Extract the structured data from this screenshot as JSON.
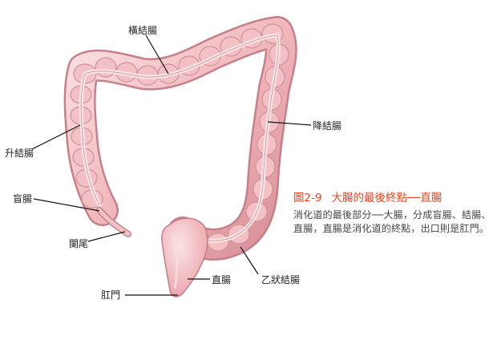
{
  "labels": {
    "transverse_colon": "橫結腸",
    "descending_colon": "降結腸",
    "ascending_colon": "升結腸",
    "cecum": "盲腸",
    "appendix": "闌尾",
    "rectum": "直腸",
    "sigmoid_colon": "乙狀結腸",
    "anus": "肛門"
  },
  "caption": {
    "figure_number": "圖2-9",
    "title": "大腸的最後終點──直腸",
    "body": "消化道的最後部分──大腸，分成盲腸、結腸、直腸，直腸是消化道的終點，出口則是肛門。"
  },
  "colors": {
    "caption_accent": "#e8431c",
    "tissue_light": "#f6cfd2",
    "tissue_mid": "#eaa8ae",
    "tissue_dark": "#c97d86",
    "leader_line": "#111111"
  }
}
